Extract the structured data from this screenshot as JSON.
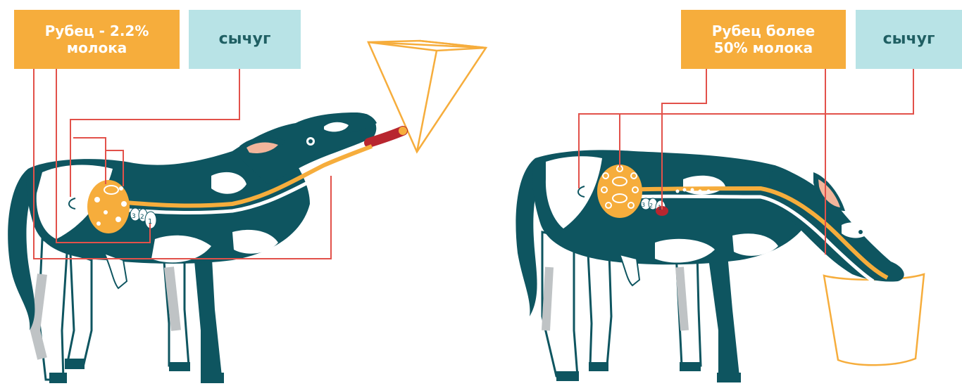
{
  "labels": {
    "left_rumen": "Рубец - 2.2%\nмолока",
    "left_abomasum": "сычуг",
    "right_rumen": "Рубец более\n50% молока",
    "right_abomasum": "сычуг"
  },
  "stomach_numbers": {
    "one": "1",
    "two": "2",
    "three": "3"
  },
  "colors": {
    "orange": "#f6ad3c",
    "cyan": "#b8e3e6",
    "teal": "#0e5560",
    "line_red": "#e2514a",
    "milk_red": "#b8262f",
    "gray": "#bfc3c5",
    "ear_pink": "#f2b59b"
  },
  "icons": [
    "calf-icon",
    "bucket-icon",
    "rumen-icon"
  ]
}
